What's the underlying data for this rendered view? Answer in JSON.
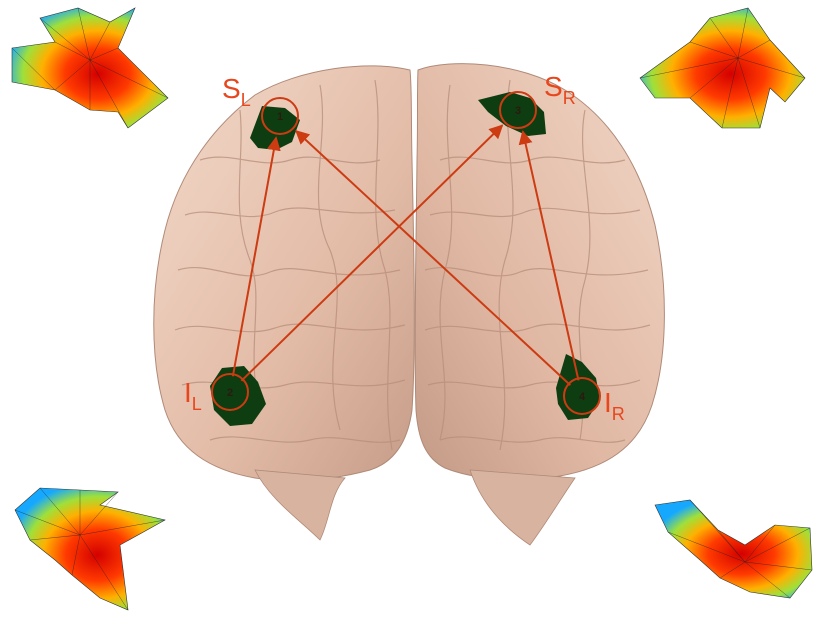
{
  "regions": [
    {
      "id": "SL",
      "main": "S",
      "sub": "L",
      "number": "1"
    },
    {
      "id": "IL",
      "main": "I",
      "sub": "L",
      "number": "2"
    },
    {
      "id": "SR",
      "main": "S",
      "sub": "R",
      "number": "3"
    },
    {
      "id": "IR",
      "main": "I",
      "sub": "R",
      "number": "4"
    }
  ],
  "connections": [
    {
      "from": "IL",
      "to": "SL"
    },
    {
      "from": "IL",
      "to": "SR"
    },
    {
      "from": "IR",
      "to": "SL"
    },
    {
      "from": "IR",
      "to": "SR"
    }
  ],
  "colors": {
    "arrow": "#cc3b12",
    "label": "#e8461c",
    "brain": "#e9c8b6",
    "brain_shade": "#b99382",
    "activation": "#0f3d12"
  }
}
